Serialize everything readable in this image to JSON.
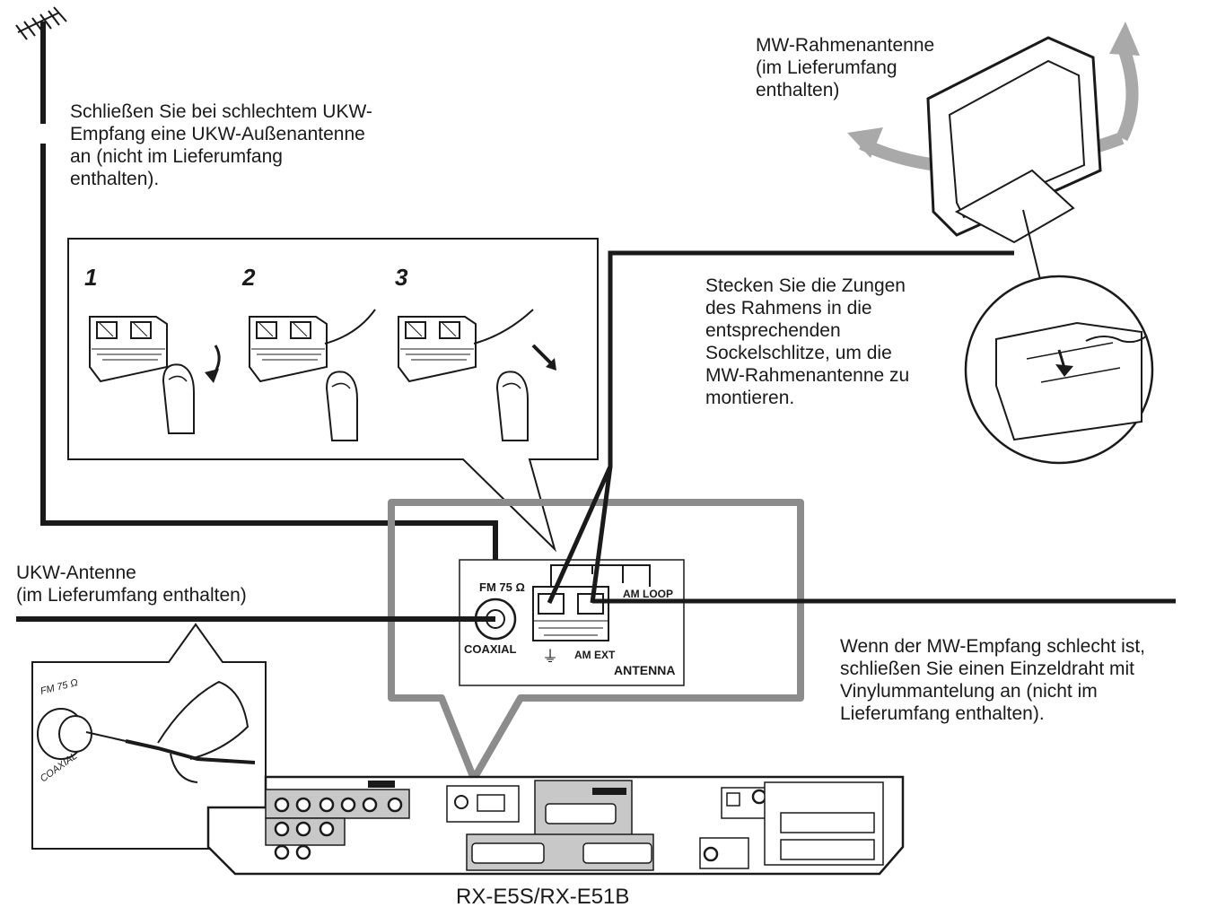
{
  "labels": {
    "fm_outdoor": "Schließen Sie bei schlechtem UKW-\nEmpfang eine UKW-Außenantenne\nan (nicht im Lieferumfang\nenthalten).",
    "am_loop": "MW-Rahmenantenne\n(im Lieferumfang\nenthalten)",
    "assemble": "Stecken Sie die Zungen\ndes Rahmens in die\nentsprechenden\nSockelschlitze, um die\nMW-Rahmenantenne zu\nmontieren.",
    "fm_antenna": "UKW-Antenne\n(im Lieferumfang enthalten)",
    "am_wire": "Wenn der MW-Empfang schlecht ist,\nschließen Sie einen Einzeldraht mit\nVinylummantelung an (nicht im\nLieferumfang enthalten).",
    "model": "RX-E5S/RX-E51B"
  },
  "steps": [
    "1",
    "2",
    "3"
  ],
  "panel": {
    "fm": "FM 75 Ω",
    "coaxial": "COAXIAL",
    "am_loop": "AM LOOP",
    "am_ext": "AM EXT",
    "antenna": "ANTENNA",
    "ground": "⏚"
  },
  "inset": {
    "fm": "FM 75 Ω",
    "coaxial": "COAXIAL"
  },
  "colors": {
    "line": "#1a1a1a",
    "callout": "#8c8c8c",
    "arrow": "#a9a9a9",
    "panel_fill": "#c8c8c8"
  }
}
